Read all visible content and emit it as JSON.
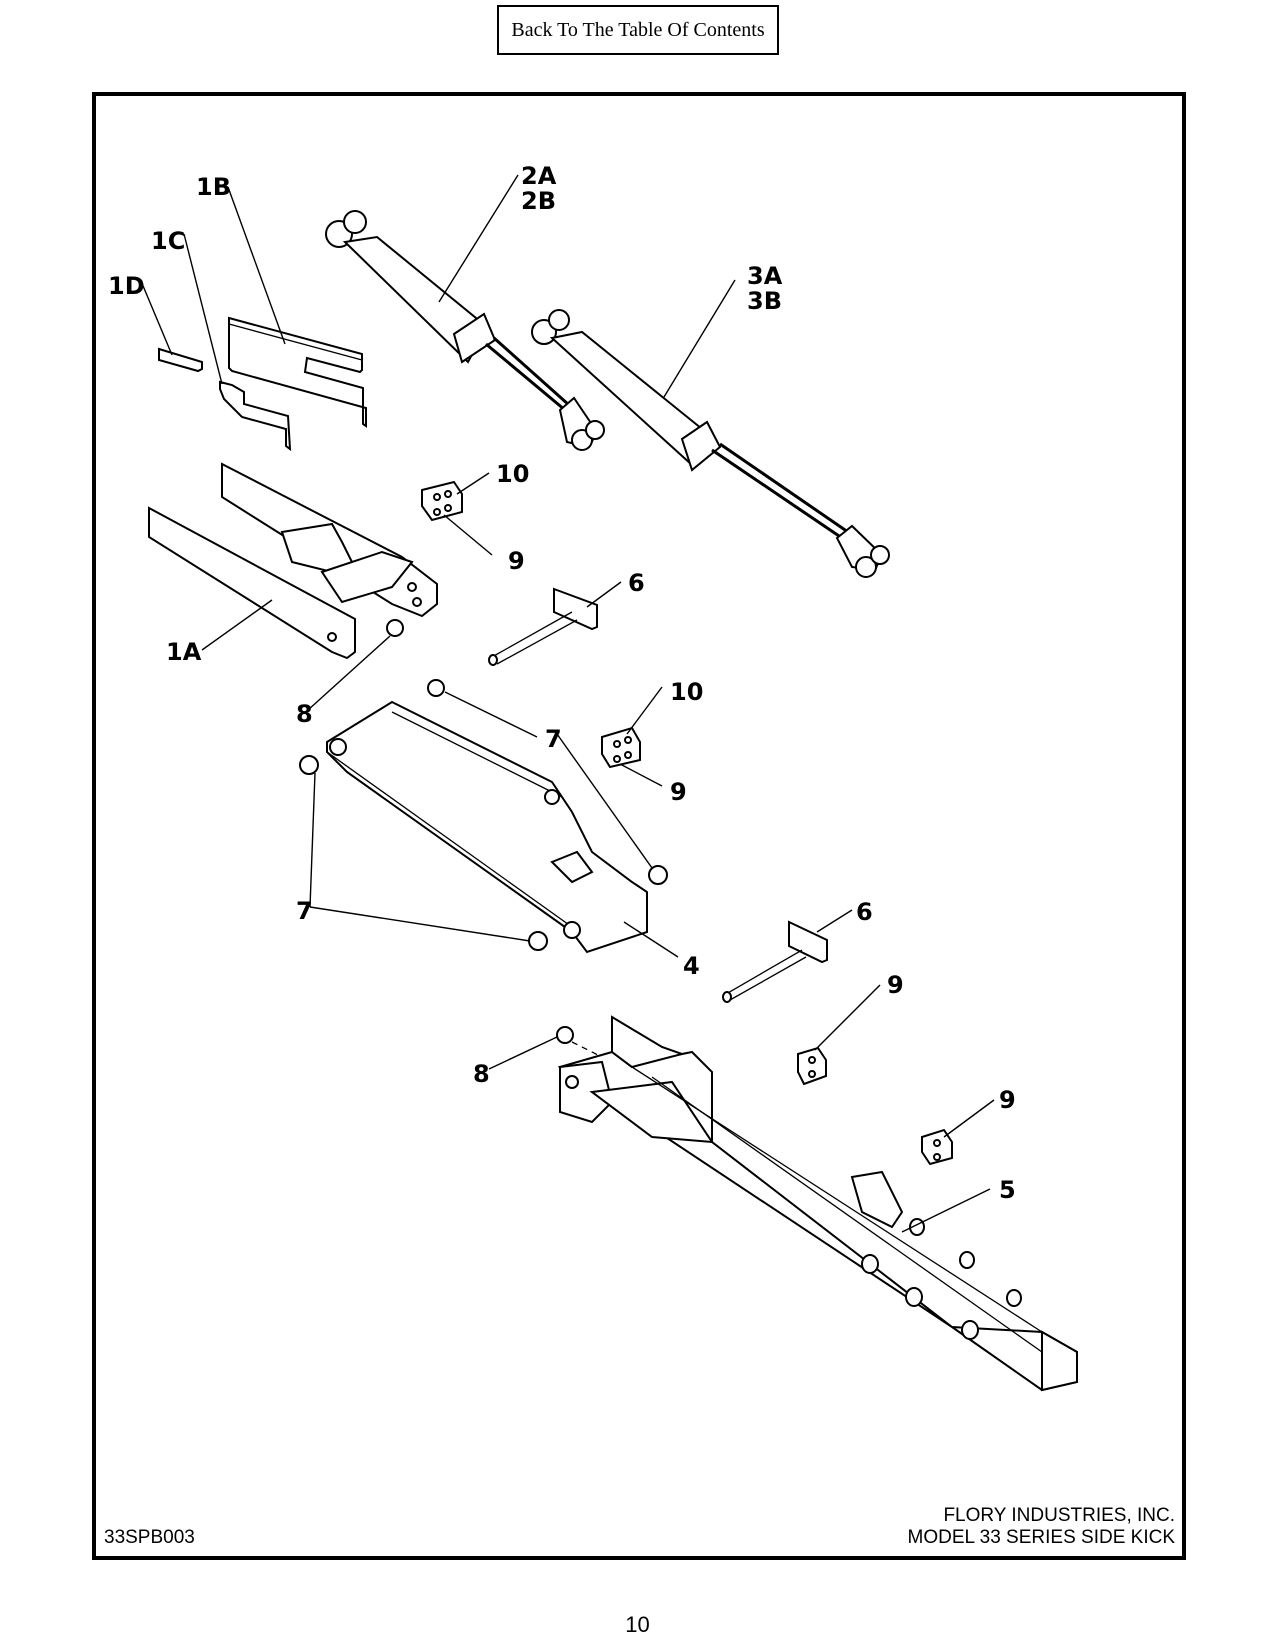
{
  "nav": {
    "toc_label": "Back To The Table Of Contents"
  },
  "drawing": {
    "id": "33SPB003",
    "company_line1": "FLORY INDUSTRIES, INC.",
    "company_line2": "MODEL 33 SERIES SIDE KICK"
  },
  "callouts": {
    "c1B": "1B",
    "c1C": "1C",
    "c1D": "1D",
    "c2A": "2A",
    "c2B": "2B",
    "c3A": "3A",
    "c3B": "3B",
    "c10a": "10",
    "c9a": "9",
    "c6a": "6",
    "c1A": "1A",
    "c8a": "8",
    "c10b": "10",
    "c7a": "7",
    "c9b": "9",
    "c7b": "7",
    "c6b": "6",
    "c4": "4",
    "c9c": "9",
    "c8b": "8",
    "c9d": "9",
    "c5": "5"
  },
  "page": {
    "number": "10"
  }
}
